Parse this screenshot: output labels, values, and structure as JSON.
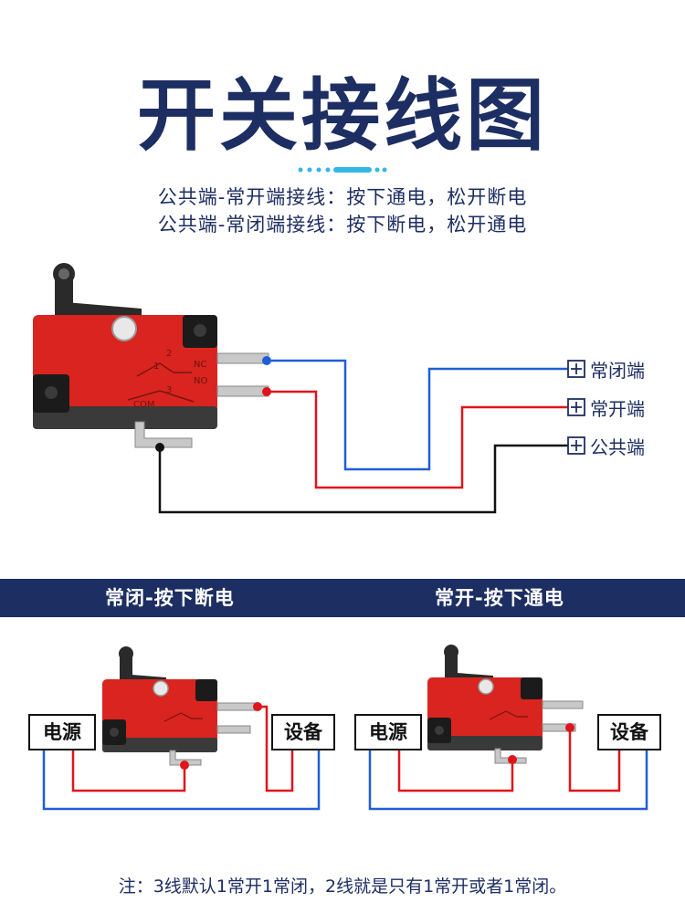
{
  "title": "开关接线图",
  "subtitle_lines": [
    "公共端-常开端接线：按下通电，松开断电",
    "公共端-常闭端接线：按下断电，松开通电"
  ],
  "switch_labels": {
    "nc": "NC",
    "no": "NO",
    "com": "COM",
    "pin1": "1",
    "pin2": "2",
    "pin3": "3"
  },
  "terminals": [
    "常闭端",
    "常开端",
    "公共端"
  ],
  "sections": [
    {
      "heading": "常闭-按下断电",
      "source_label": "电源",
      "device_label": "设备"
    },
    {
      "heading": "常开-按下通电",
      "source_label": "电源",
      "device_label": "设备"
    }
  ],
  "note": "注：3线默认1常开1常闭，2线就是只有1常开或者1常闭。",
  "colors": {
    "navy": "#1d2e63",
    "blue": "#1f5fd6",
    "red": "#e0141c",
    "black": "#111111",
    "switch_red": "#d9241f",
    "accent_cyan": "#33b6e8"
  }
}
